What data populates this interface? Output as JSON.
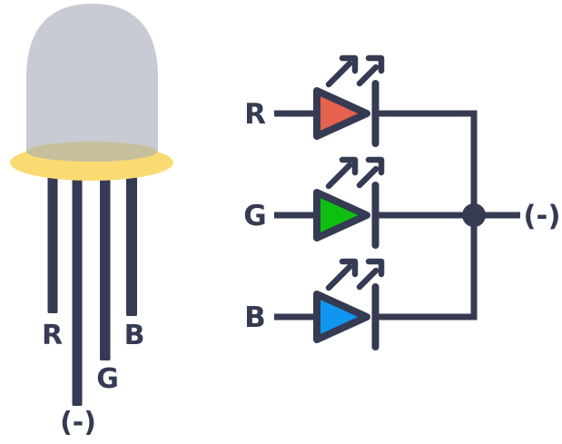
{
  "colors": {
    "outline": "#353B52",
    "background": "#FFFFFF",
    "dome": "#C9CBD4",
    "dome_base": "#C5BF9B",
    "flange": "#F9DB72",
    "red": "#E6614E",
    "green": "#0EC00E",
    "blue": "#0E96F1"
  },
  "physical_led": {
    "pins": [
      {
        "label": "R"
      },
      {
        "label": "(-)"
      },
      {
        "label": "G"
      },
      {
        "label": "B"
      }
    ]
  },
  "schematic": {
    "rows": [
      {
        "label": "R",
        "color": "#E6614E"
      },
      {
        "label": "G",
        "color": "#0EC00E"
      },
      {
        "label": "B",
        "color": "#0E96F1"
      }
    ],
    "common_terminal_label": "(-)"
  }
}
